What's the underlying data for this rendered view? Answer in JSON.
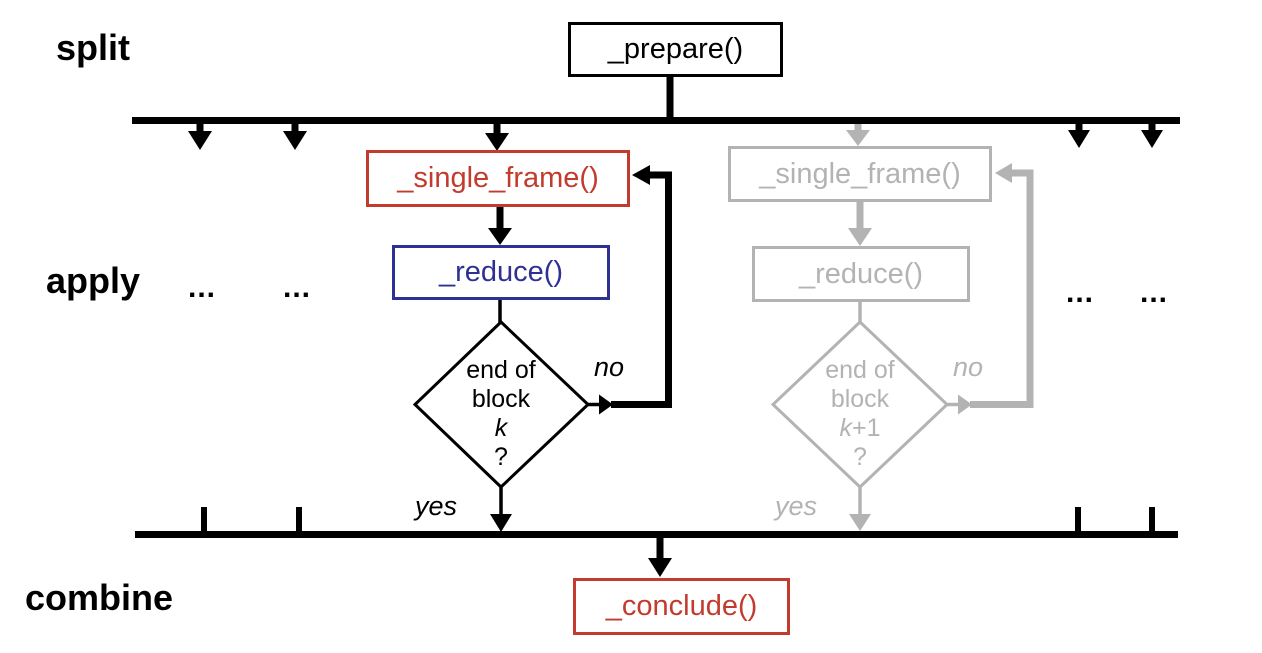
{
  "labels": {
    "split": "split",
    "apply": "apply",
    "combine": "combine"
  },
  "boxes": {
    "prepare": "_prepare()",
    "single_frame": "_single_frame()",
    "reduce": "_reduce()",
    "conclude": "_conclude()",
    "single_frame_ghost": "_single_frame()",
    "reduce_ghost": "_reduce()"
  },
  "decision": {
    "active": {
      "line1": "end of",
      "line2": "block",
      "kvar": "k",
      "ksuffix": "",
      "qmark": "?"
    },
    "ghost": {
      "line1": "end of",
      "line2": "block",
      "kvar": "k",
      "ksuffix": "+1",
      "qmark": "?"
    }
  },
  "branches": {
    "active": {
      "no": "no",
      "yes": "yes"
    },
    "ghost": {
      "no": "no",
      "yes": "yes"
    }
  },
  "ellipsis": "...",
  "colors": {
    "red": "#c23b2c",
    "blue": "#2e3192",
    "gray": "#b3b3b3",
    "black": "#000000"
  }
}
